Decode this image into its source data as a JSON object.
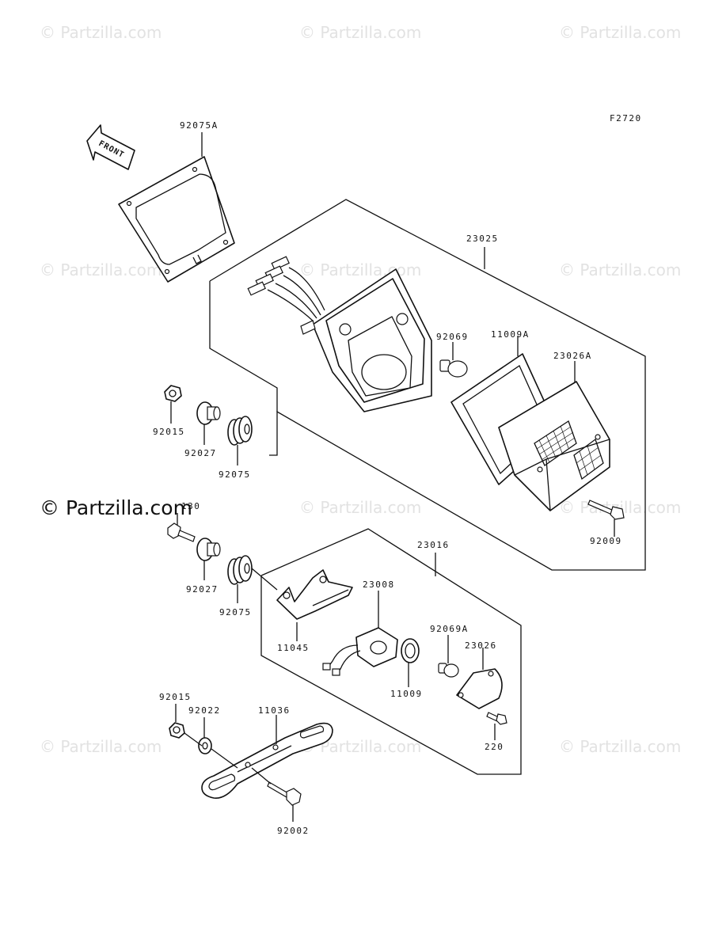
{
  "figure_code": "F2720",
  "front_arrow_label": "FRONT",
  "watermarks": {
    "repeat_text": "© Partzilla.com",
    "main_text": "© Partzilla.com"
  },
  "parts": {
    "p92075A": "92075A",
    "p23025": "23025",
    "p92069": "92069",
    "p11009A": "11009A",
    "p23026A": "23026A",
    "p92015_top": "92015",
    "p92027_top": "92027",
    "p92075_top": "92075",
    "p92009": "92009",
    "p130": "130",
    "p92027_mid": "92027",
    "p92075_mid": "92075",
    "p23016": "23016",
    "p23008": "23008",
    "p11045": "11045",
    "p92069A": "92069A",
    "p23026": "23026",
    "p11009": "11009",
    "p220": "220",
    "p92015_bot": "92015",
    "p92022": "92022",
    "p11036": "11036",
    "p92002": "92002"
  }
}
